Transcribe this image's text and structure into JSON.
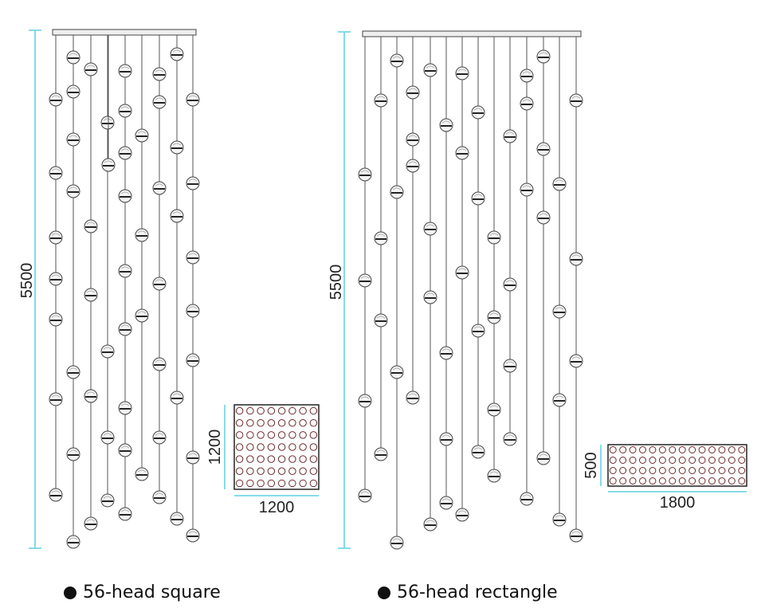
{
  "colors": {
    "dimension_line": "#5fd0e0",
    "wire": "#555555",
    "ball_stroke": "#444444",
    "ball_fill": "#f4f4f4",
    "plan_dot": "#6b2a2a"
  },
  "square": {
    "height_dim": "5500",
    "plan_w": "1200",
    "plan_h": "1200",
    "caption": "56-head square"
  },
  "rect": {
    "height_dim": "5500",
    "plan_w": "1800",
    "plan_h": "500",
    "caption": "56-head rectangle"
  }
}
